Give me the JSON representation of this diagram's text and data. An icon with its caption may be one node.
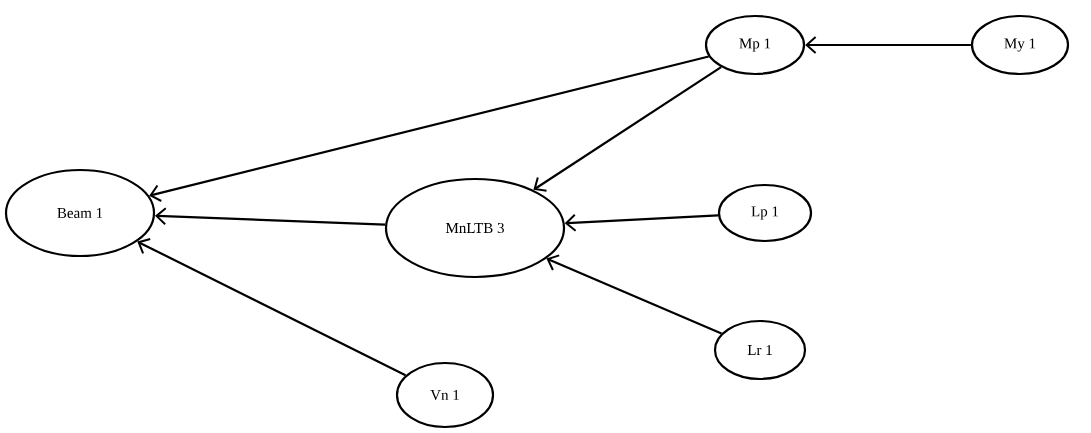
{
  "diagram": {
    "nodes": [
      {
        "text": [
          "Beam 1"
        ]
      },
      {
        "text": [
          "MnLTB 3"
        ]
      },
      {
        "text": [
          "Mp 1"
        ]
      },
      {
        "text": [
          "My 1"
        ]
      },
      {
        "text": [
          "Lp 1"
        ]
      },
      {
        "text": [
          "Lr 1"
        ]
      },
      {
        "text": [
          "Vn 1"
        ]
      }
    ],
    "edges": [
      {
        "from": 3,
        "to": 2,
        "arrow": "to"
      },
      {
        "from": 2,
        "to": 0,
        "arrow": "to"
      },
      {
        "from": 2,
        "to": 1,
        "arrow": "to"
      },
      {
        "from": 1,
        "to": 0,
        "arrow": "to"
      },
      {
        "from": 4,
        "to": 1,
        "arrow": "to"
      },
      {
        "from": 5,
        "to": 1,
        "arrow": "to"
      },
      {
        "from": 6,
        "to": 0,
        "arrow": "to"
      }
    ]
  }
}
